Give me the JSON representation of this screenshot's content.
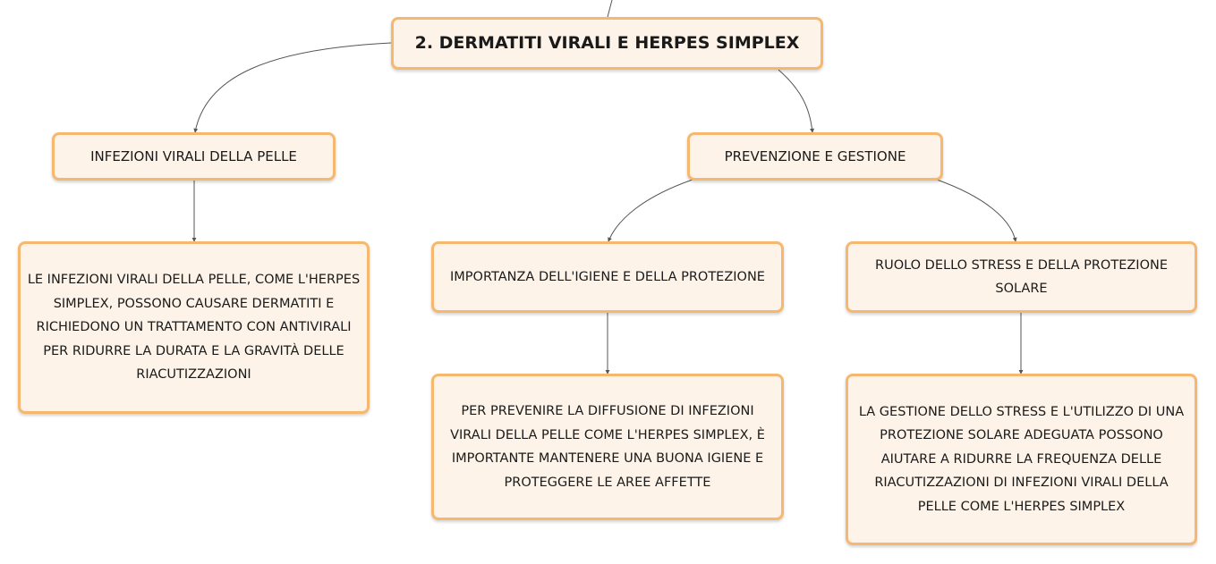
{
  "map": {
    "root": "2. DERMATITI VIRALI E HERPES SIMPLEX",
    "infezioni": {
      "title": "INFEZIONI VIRALI DELLA PELLE",
      "detail": "LE INFEZIONI VIRALI DELLA PELLE, COME L'HERPES SIMPLEX, POSSONO CAUSARE DERMATITI E RICHIEDONO UN TRATTAMENTO CON ANTIVIRALI PER RIDURRE LA DURATA E LA GRAVITÀ DELLE RIACUTIZZAZIONI"
    },
    "prevenzione": {
      "title": "PREVENZIONE E GESTIONE",
      "igiene": {
        "title": "IMPORTANZA DELL'IGIENE E DELLA PROTEZIONE",
        "detail": "PER PREVENIRE LA DIFFUSIONE DI INFEZIONI VIRALI DELLA PELLE COME L'HERPES SIMPLEX, È IMPORTANTE MANTENERE UNA BUONA IGIENE E PROTEGGERE LE AREE AFFETTE"
      },
      "stress": {
        "title": "RUOLO DELLO STRESS E DELLA PROTEZIONE SOLARE",
        "detail": "LA GESTIONE DELLO STRESS E L'UTILIZZO DI UNA PROTEZIONE SOLARE ADEGUATA POSSONO AIUTARE A RIDURRE LA FREQUENZA DELLE RIACUTIZZAZIONI DI INFEZIONI VIRALI DELLA PELLE COME L'HERPES SIMPLEX"
      }
    }
  },
  "colors": {
    "node_fill": "#fdf3e8",
    "node_border": "#f6b86e",
    "connector": "#555555"
  }
}
